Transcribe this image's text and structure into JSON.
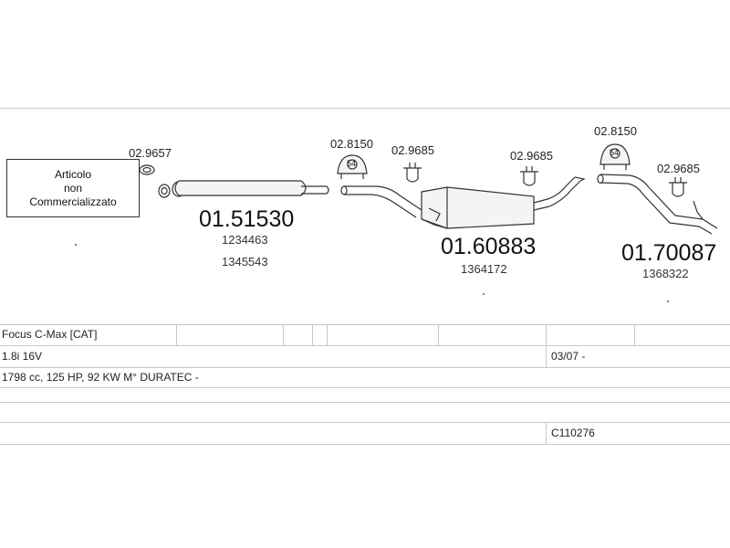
{
  "notice": {
    "line1": "Articolo",
    "line2": "non",
    "line3": "Commercializzato"
  },
  "parts": {
    "front_muffler": {
      "code": "01.51530",
      "oem1": "1234463",
      "oem2": "1345543"
    },
    "center_silencer": {
      "code": "01.60883",
      "oem1": "1364172"
    },
    "rear_pipe": {
      "code": "01.70087",
      "oem1": "1368322"
    }
  },
  "accessories": {
    "gasket": "02.9657",
    "hanger_1": "02.8150",
    "clamp_1": "02.9685",
    "clamp_2": "02.9685",
    "hanger_2": "02.8150",
    "clamp_3": "02.9685",
    "hanger_badge_1": "54",
    "hanger_badge_2": "54"
  },
  "vehicle": {
    "model": "Focus C-Max [CAT]",
    "engine": "1.8i 16V",
    "date_range": "03/07 -",
    "specs": "1798 cc, 125 HP, 92 KW M° DURATEC -",
    "catalog_code": "C110276"
  }
}
